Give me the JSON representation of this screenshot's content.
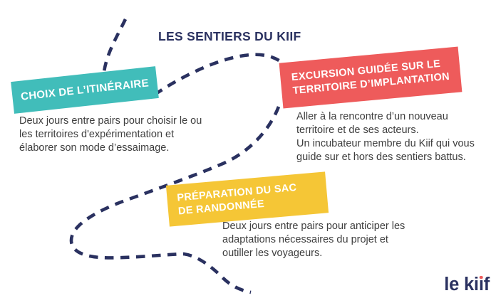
{
  "title": "LES SENTIERS DU KIIF",
  "steps": [
    {
      "id": "step-1",
      "label": "CHOIX DE L’ITINÉRAIRE",
      "box_color": "#41BDBA",
      "description": "Deux jours entre pairs pour choisir le ou\nles territoires d'expérimentation et\nélaborer son mode d’essaimage."
    },
    {
      "id": "step-2",
      "label": "EXCURSION GUIDÉE SUR LE\nTERRITOIRE D’IMPLANTATION",
      "box_color": "#EE5B5B",
      "description": "Aller à la rencontre d’un nouveau\nterritoire et de ses acteurs.\nUn incubateur membre du Kiif qui vous\nguide sur et hors des sentiers battus."
    },
    {
      "id": "step-3",
      "label": "PRÉPARATION DU SAC\nDE RANDONNÉE",
      "box_color": "#F5C636",
      "description": "Deux jours entre pairs pour anticiper les\nadaptations nécessaires du projet et\noutiller les voyageurs."
    }
  ],
  "logo": {
    "part1": "le ki",
    "dotless_i": "ı",
    "part2": "f",
    "dot_color": "#EE5B5B"
  },
  "palette": {
    "navy": "#2A3160",
    "teal": "#41BDBA",
    "red": "#EE5B5B",
    "yellow": "#F5C636",
    "body-text": "#3E3E3E",
    "background": "#FFFFFF"
  }
}
